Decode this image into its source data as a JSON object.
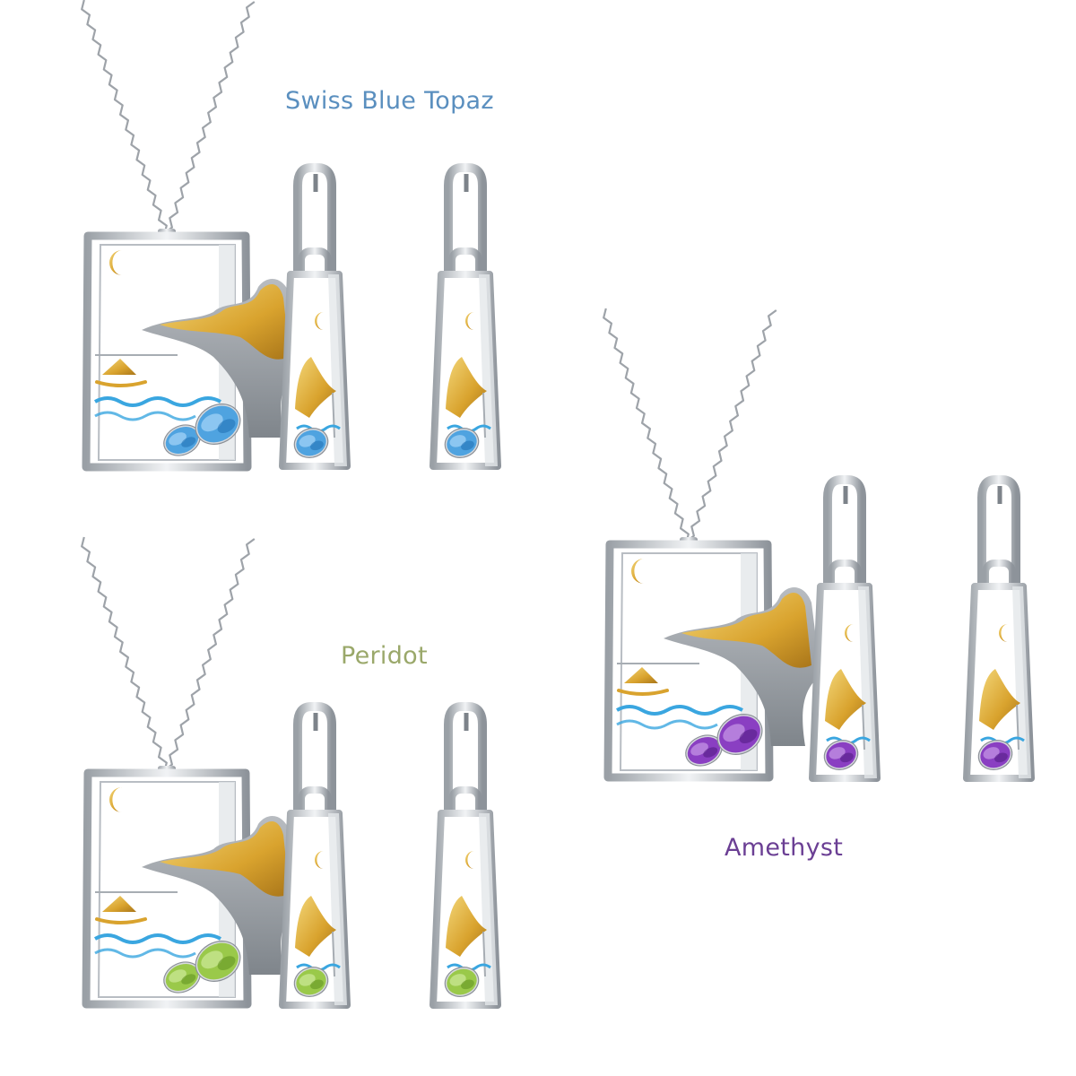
{
  "sets": [
    {
      "label": "Swiss Blue Topaz",
      "label_color": "#5a8fbf",
      "gem": {
        "fill": "#4fa3e0",
        "dark": "#1f6fb2",
        "light": "#bfe3ff"
      }
    },
    {
      "label": "Peridot",
      "label_color": "#9aa86a",
      "gem": {
        "fill": "#9ac94a",
        "dark": "#5f8f1f",
        "light": "#dcf3b0"
      }
    },
    {
      "label": "Amethyst",
      "label_color": "#6b3f94",
      "gem": {
        "fill": "#8a3fc2",
        "dark": "#4e1a80",
        "light": "#d9b3f2"
      }
    }
  ],
  "palette": {
    "silver": "#c9cdd2",
    "silver_dark": "#8a9096",
    "gold": "#e3b43c",
    "gold_dark": "#b07f1c",
    "wave": "#3aa6e0"
  }
}
